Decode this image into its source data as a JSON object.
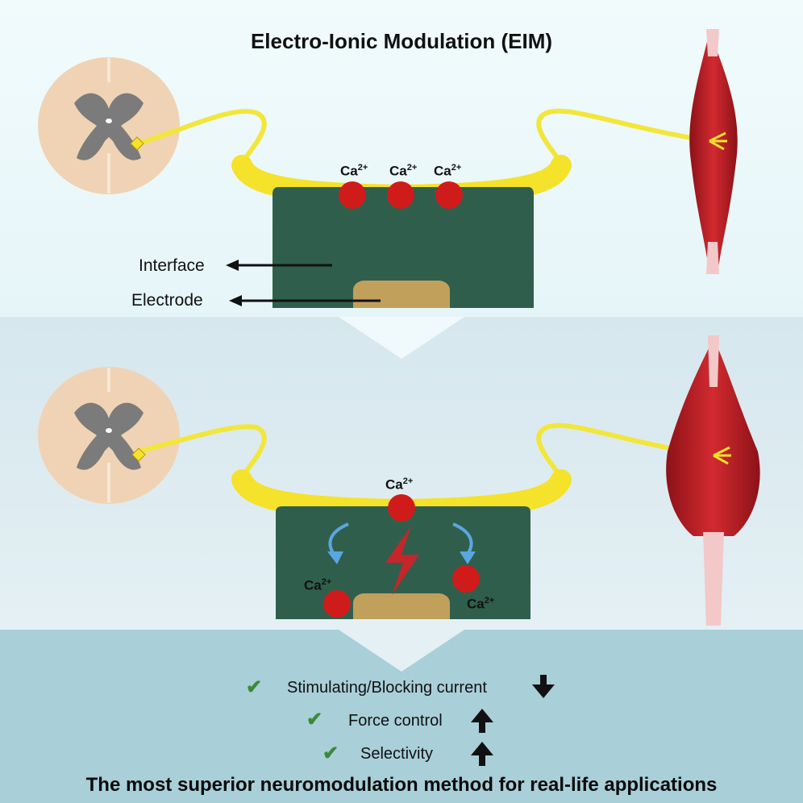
{
  "title": "Electro-Ionic Modulation (EIM)",
  "labels": {
    "interface": "Interface",
    "electrode": "Electrode"
  },
  "ion": {
    "base": "Ca",
    "charge": "2+"
  },
  "benefits": [
    {
      "text": "Stimulating/Blocking current",
      "trend": "down"
    },
    {
      "text": "Force control",
      "trend": "up"
    },
    {
      "text": "Selectivity",
      "trend": "up"
    }
  ],
  "conclusion": "The most superior neuromodulation method for real-life applications",
  "colors": {
    "nerve": "#f2e63a",
    "interface": "#2f5f4c",
    "electrode": "#c1a05c",
    "ion": "#d01b1b",
    "muscle": "#c8262b",
    "spinal_white": "#f0d3b4",
    "spinal_gray": "#7b7b7b",
    "check": "#3a8a3a",
    "lightning": "#c4262b",
    "flow_arrow": "#5aa6e0"
  },
  "icons": [
    "checkmark-icon",
    "arrow-up-icon",
    "arrow-down-icon",
    "lightning-icon"
  ]
}
